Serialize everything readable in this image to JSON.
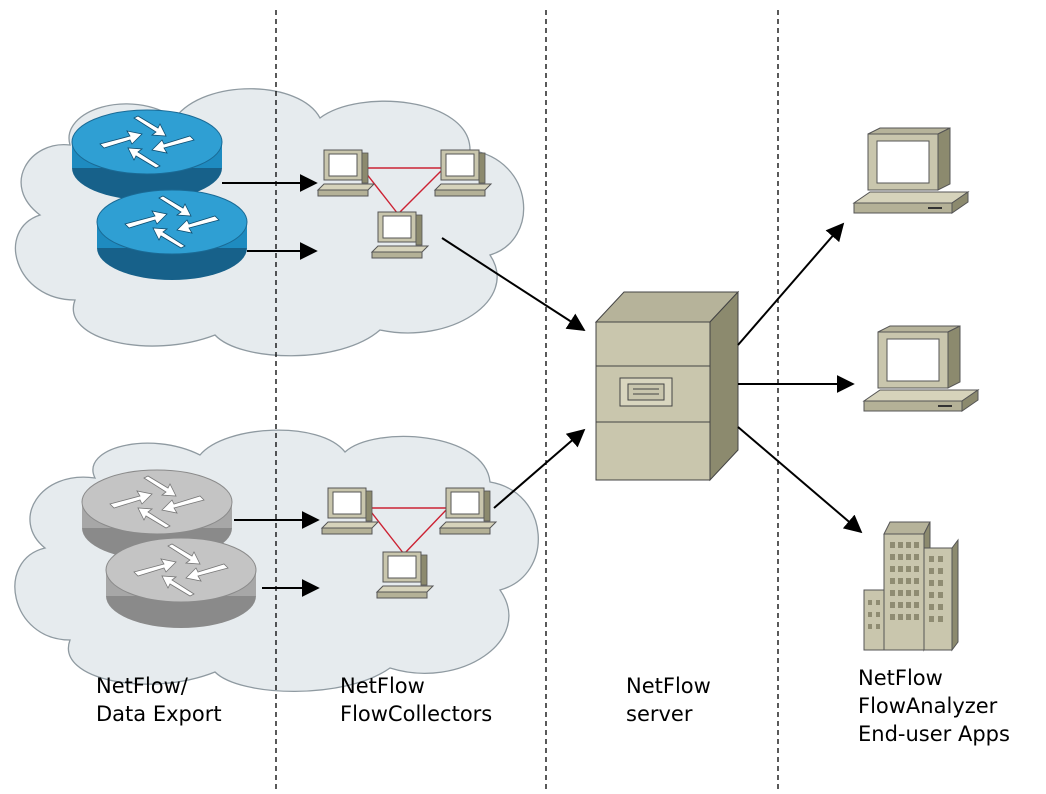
{
  "columns": [
    {
      "id": "export",
      "lines": [
        "NetFlow/",
        "Data Export"
      ]
    },
    {
      "id": "collectors",
      "lines": [
        "NetFlow",
        "FlowCollectors"
      ]
    },
    {
      "id": "server",
      "lines": [
        "NetFlow",
        "server"
      ]
    },
    {
      "id": "apps",
      "lines": [
        "NetFlow",
        "FlowAnalyzer",
        "End-user Apps"
      ]
    }
  ],
  "colors": {
    "cloud": "#e6ebee",
    "router_blue": "#1e8bc0",
    "router_gray": "#a7a7a7",
    "collector_link": "#cc2233",
    "server_face": "#c9c6ad",
    "server_side": "#8c8a6e"
  },
  "icons": [
    "router-icon",
    "workstation-icon",
    "server-icon",
    "building-icon",
    "cloud-shape"
  ]
}
